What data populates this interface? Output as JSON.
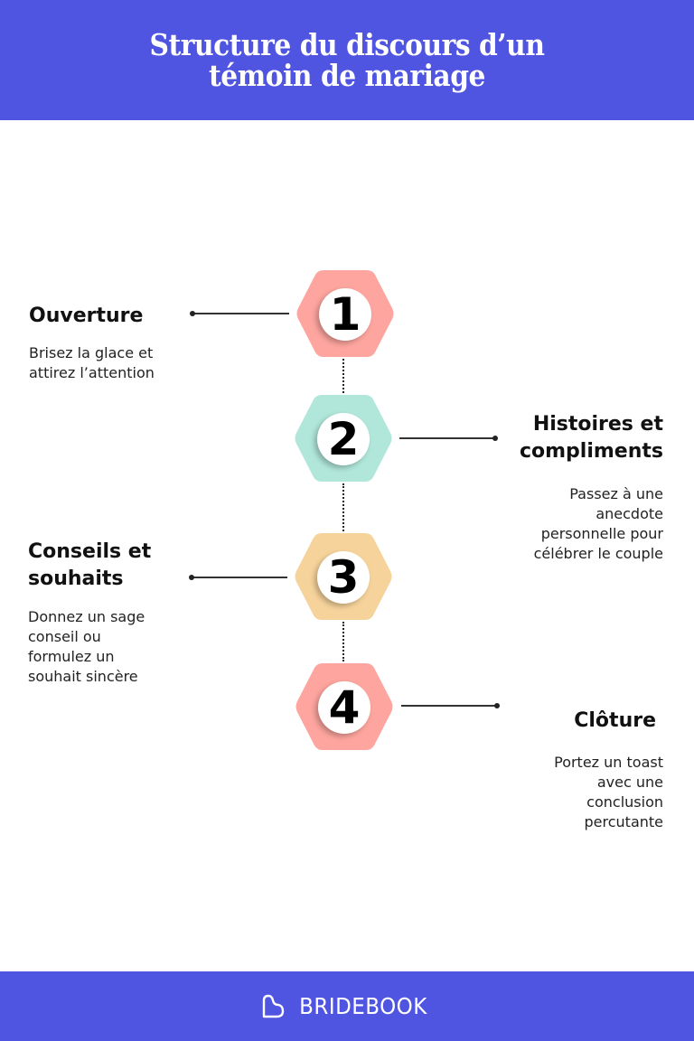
{
  "header": {
    "title": "Structure du discours d’un témoin de mariage",
    "background": "#4F55E1"
  },
  "steps": [
    {
      "number": "1",
      "title": "Ouverture",
      "description": "Brisez la glace et attirez l’attention",
      "color": "#FDA59E",
      "side": "left"
    },
    {
      "number": "2",
      "title": "Histoires et compliments",
      "description": "Passez à une anecdote personnelle pour célébrer le couple",
      "color": "#B1E6DA",
      "side": "right"
    },
    {
      "number": "3",
      "title": "Conseils et souhaits",
      "description": "Donnez un sage conseil ou formulez un souhait sincère",
      "color": "#F6D39B",
      "side": "left"
    },
    {
      "number": "4",
      "title": "Clôture",
      "description": "Portez un toast avec une conclusion percutante",
      "color": "#FDA59E",
      "side": "right"
    }
  ],
  "footer": {
    "brand": "BRIDEBOOK",
    "icon": "heart-outline-icon"
  }
}
